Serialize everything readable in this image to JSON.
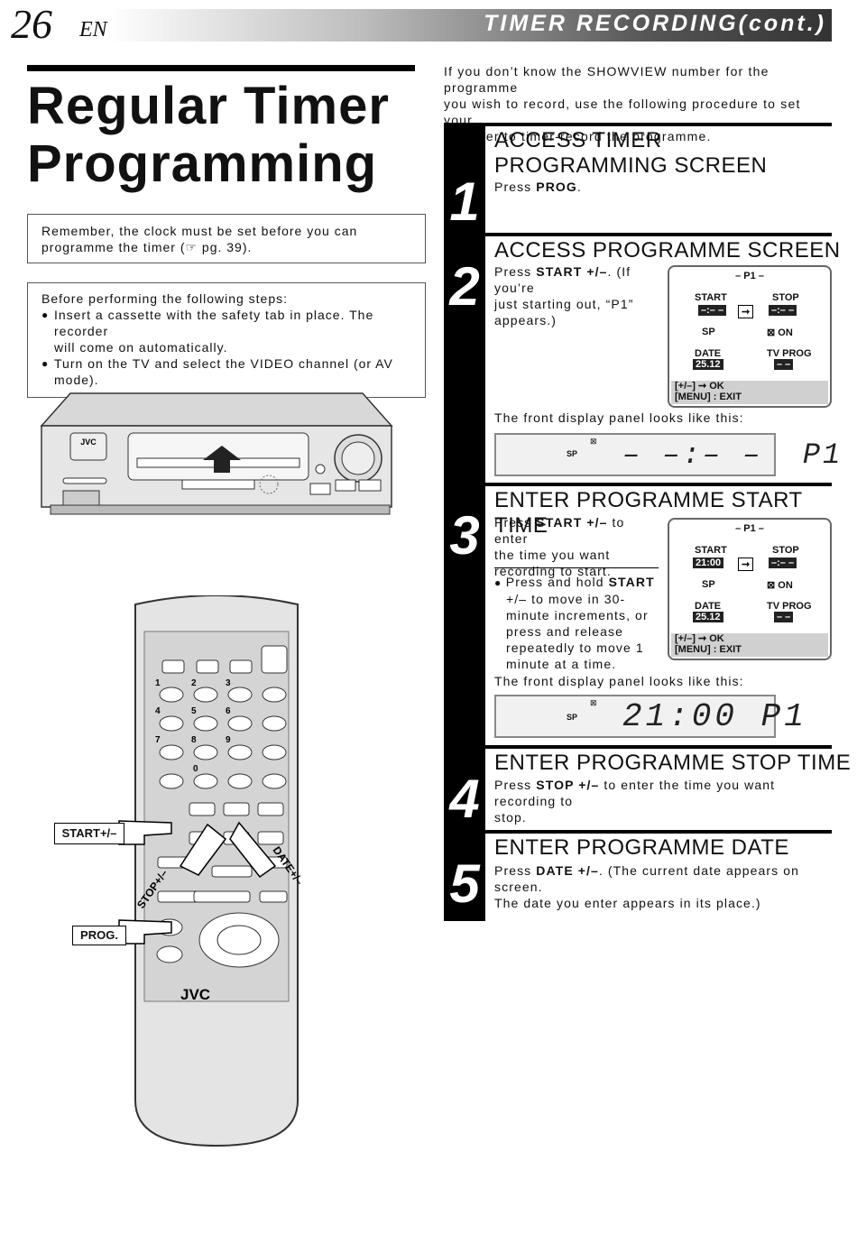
{
  "header": {
    "page_number": "26",
    "language": "EN",
    "section_title": "TIMER RECORDING(cont.)"
  },
  "title": {
    "line1": "Regular Timer",
    "line2": "Programming"
  },
  "note_clock": {
    "line1": "Remember, the clock must be set before you can",
    "line2": "programme the timer (☞ pg. 39)."
  },
  "note_before": {
    "heading": "Before performing the following steps:",
    "item1_line1": "Insert a cassette with the safety tab in place. The recorder",
    "item1_line2": "will come on automatically.",
    "item2": "Turn on the TV and select the VIDEO channel (or AV mode)."
  },
  "vcr": {
    "brand": "JVC"
  },
  "remote": {
    "brand": "JVC",
    "digits": [
      "1",
      "2",
      "3",
      "4",
      "5",
      "6",
      "7",
      "8",
      "9",
      "0"
    ],
    "callout_start": "START+/–",
    "callout_prog": "PROG.",
    "callout_stop": "STOP+/–",
    "callout_date": "DATE+/–"
  },
  "intro": {
    "line1": "If you don’t know the SHOWVIEW number for the programme",
    "line2": "you wish to record, use the following procedure to set your",
    "line3": "recorder to timer-record the programme."
  },
  "steps": [
    {
      "number": "1",
      "heading_line1": "ACCESS TIMER",
      "heading_line2": "PROGRAMMING SCREEN",
      "text_prefix": "Press ",
      "text_bold": "PROG",
      "text_suffix": "."
    },
    {
      "number": "2",
      "heading": "ACCESS PROGRAMME SCREEN",
      "text_prefix": "Press ",
      "text_bold": "START +/–",
      "text_l1": ". (If you’re",
      "text_l2": "just starting out, “P1”",
      "text_l3": "appears.)",
      "panel_caption": "The front display panel looks like this:",
      "display_value": "– –:– –  P1"
    },
    {
      "number": "3",
      "heading": "ENTER PROGRAMME START TIME",
      "text_prefix": "Press ",
      "text_bold": "START +/–",
      "text_l1": " to enter",
      "text_l2": "the time you want",
      "text_l3": "recording to start.",
      "bullet_prefix": "Press and hold ",
      "bullet_bold": "START",
      "bullet_l2": "+/– to move in 30-",
      "bullet_l3": "minute increments, or",
      "bullet_l4": "press and release",
      "bullet_l5": "repeatedly to move 1",
      "bullet_l6": "minute at a time.",
      "panel_caption": "The front display panel looks like this:",
      "display_value": "21:00 P1"
    },
    {
      "number": "4",
      "heading": "ENTER PROGRAMME STOP TIME",
      "text_prefix": "Press ",
      "text_bold": "STOP +/–",
      "text_l1": " to enter the time you want recording to",
      "text_l2": "stop."
    },
    {
      "number": "5",
      "heading": "ENTER PROGRAMME DATE",
      "text_prefix": "Press ",
      "text_bold": "DATE +/–",
      "text_l1": ". (The current date appears on screen.",
      "text_l2": "The date you enter appears in its place.)"
    }
  ],
  "osd_screen_a": {
    "program": "– P1 –",
    "start_label": "START",
    "start_value": "–:– –",
    "stop_label": "STOP",
    "stop_value": "–:– –",
    "speed": "SP",
    "vps": "ON",
    "date_label": "DATE",
    "date_value": "25.12",
    "tvprog_label": "TV PROG",
    "tvprog_value": "– –",
    "foot1": "[+/–] ➞ OK",
    "foot2": "[MENU] : EXIT"
  },
  "osd_screen_b": {
    "program": "– P1 –",
    "start_label": "START",
    "start_value": "21:00",
    "stop_label": "STOP",
    "stop_value": "–:– –",
    "speed": "SP",
    "vps": "ON",
    "date_label": "DATE",
    "date_value": "25.12",
    "tvprog_label": "TV PROG",
    "tvprog_value": "– –",
    "foot1": "[+/–] ➞ OK",
    "foot2": "[MENU] : EXIT"
  },
  "front_display": {
    "speed": "SP"
  }
}
